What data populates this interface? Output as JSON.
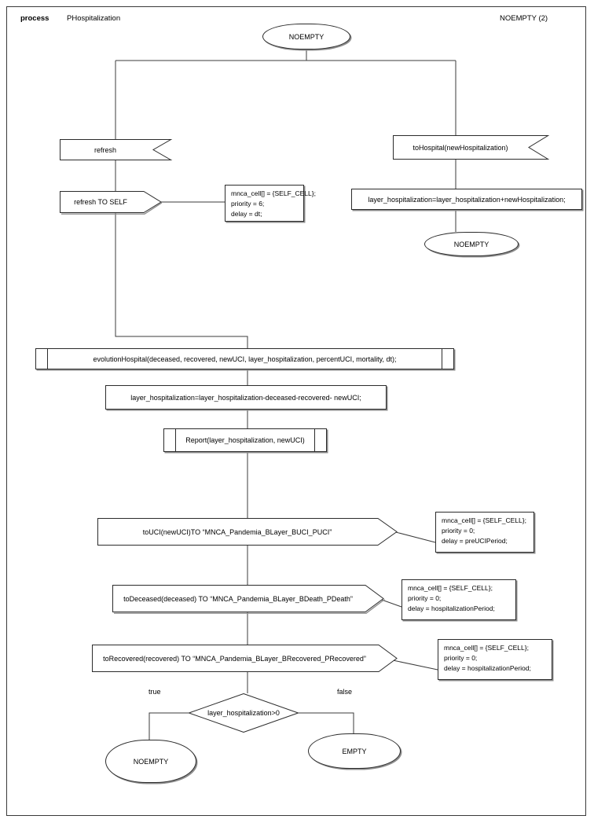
{
  "header": {
    "kind_label": "process",
    "process_name": "PHospitalization",
    "entry_state": "NOEMPTY (2)"
  },
  "diagram": {
    "title": "PHospitalization",
    "type": "flowchart",
    "start": {
      "label": "NOEMPTY"
    },
    "left_branch": {
      "message_in": {
        "label": "refresh"
      },
      "message_out": {
        "label": "refresh TO SELF"
      },
      "annotation": "mnca_cell[] = {SELF_CELL};\npriority = 6;\ndelay = dt;"
    },
    "right_branch": {
      "message_in": {
        "label": "toHospital(newHospitalization)"
      },
      "assignment": {
        "label": "layer_hospitalization=layer_hospitalization+newHospitalization;"
      },
      "end_state": {
        "label": "NOEMPTY"
      }
    },
    "main_sequence": {
      "call_evolution": {
        "label": "evolutionHospital(deceased, recovered, newUCI, layer_hospitalization, percentUCI, mortality, dt);"
      },
      "assignment": {
        "label": "layer_hospitalization=layer_hospitalization-deceased-recovered- newUCI;"
      },
      "call_report": {
        "label": "Report(layer_hospitalization, newUCI)"
      },
      "send_uci": {
        "label": "toUCI(newUCI)TO “MNCA_Pandemia_BLayer_BUCI_PUCI”",
        "annotation": "mnca_cell[] = {SELF_CELL};\npriority = 0;\ndelay = preUCIPeriod;"
      },
      "send_deceased": {
        "label": "toDeceased(deceased) TO “MNCA_Pandemia_BLayer_BDeath_PDeath”",
        "annotation": "mnca_cell[] = {SELF_CELL};\npriority = 0;\ndelay = hospitalizationPeriod;"
      },
      "send_recovered": {
        "label": "toRecovered(recovered) TO “MNCA_Pandemia_BLayer_BRecovered_PRecovered”",
        "annotation": "mnca_cell[] = {SELF_CELL};\npriority = 0;\ndelay = hospitalizationPeriod;"
      }
    },
    "decision": {
      "label": "layer_hospitalization>0",
      "true_label": "true",
      "false_label": "false",
      "true_state": "NOEMPTY",
      "false_state": "EMPTY"
    }
  },
  "colors": {
    "stroke": "#2b2b2b",
    "wire": "#3b3b3b",
    "shadow": "#8c8c8c",
    "page_border": "#3a3a3a",
    "background": "#ffffff",
    "text": "#000000"
  }
}
